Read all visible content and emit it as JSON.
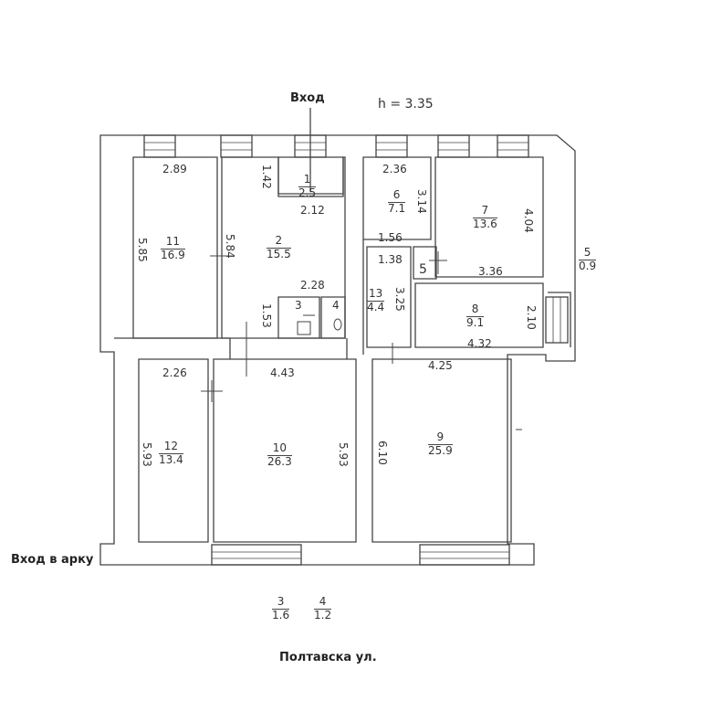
{
  "header": {
    "entrance": "Вход",
    "height": "h  =  3.35"
  },
  "footer": {
    "arch_entrance": "Вход в арку",
    "street": "Полтавска ул."
  },
  "rooms": [
    {
      "num": "1",
      "area": "2.5"
    },
    {
      "num": "2",
      "area": "15.5"
    },
    {
      "num": "3",
      "area": ""
    },
    {
      "num": "4",
      "area": ""
    },
    {
      "num": "5",
      "area": ""
    },
    {
      "num": "6",
      "area": "7.1"
    },
    {
      "num": "7",
      "area": "13.6"
    },
    {
      "num": "8",
      "area": "9.1"
    },
    {
      "num": "9",
      "area": "25.9"
    },
    {
      "num": "10",
      "area": "26.3"
    },
    {
      "num": "11",
      "area": "16.9"
    },
    {
      "num": "12",
      "area": "13.4"
    },
    {
      "num": "13",
      "area": "4.4"
    },
    {
      "num": "5",
      "area": "0.9"
    }
  ],
  "legend": [
    {
      "num": "3",
      "area": "1.6"
    },
    {
      "num": "4",
      "area": "1.2"
    }
  ],
  "dimensions": {
    "d1": "2.89",
    "d2": "1.42",
    "d3": "2.12",
    "d4": "5.85",
    "d5": "5.84",
    "d6": "2.28",
    "d7": "1.53",
    "d8": "2.36",
    "d9": "3.14",
    "d10": "4.04",
    "d11": "1.56",
    "d12": "1.38",
    "d13": "3.36",
    "d14": "3.25",
    "d15": "2.10",
    "d16": "4.32",
    "d17": "2.26",
    "d18": "4.43",
    "d19": "4.25",
    "d20": "5.93",
    "d21": "5.93",
    "d22": "6.10"
  }
}
